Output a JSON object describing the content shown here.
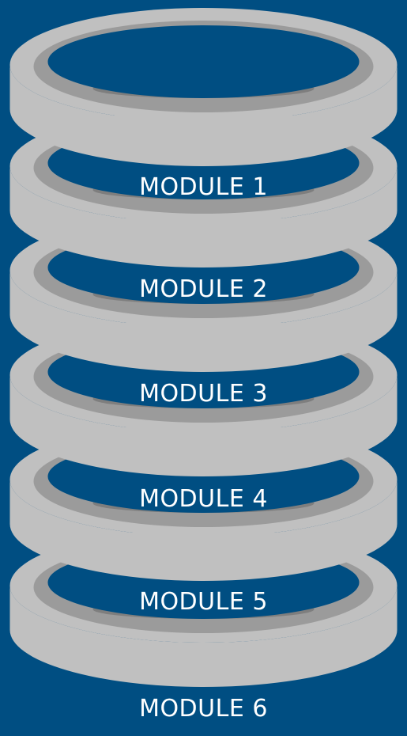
{
  "colors": {
    "background": "#004e82",
    "ring_outer": "#c0c0c0",
    "ring_inner": "#9b9b9b",
    "ring_rim_shadow": "#7e7e7e",
    "label": "#ffffff"
  },
  "modules": [
    {
      "label": "MODULE 1"
    },
    {
      "label": "MODULE 2"
    },
    {
      "label": "MODULE 3"
    },
    {
      "label": "MODULE 4"
    },
    {
      "label": "MODULE 5"
    },
    {
      "label": "MODULE 6"
    }
  ]
}
